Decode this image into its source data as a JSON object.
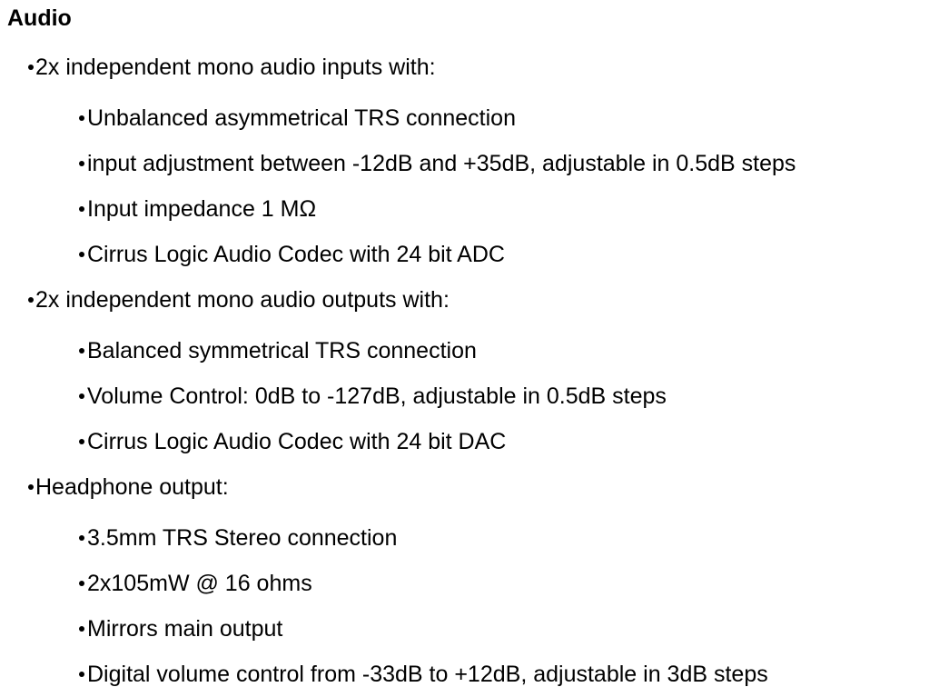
{
  "page": {
    "background_color": "#ffffff",
    "text_color": "#000000"
  },
  "heading": "Audio",
  "list": {
    "items": [
      {
        "label": "2x independent mono audio inputs with:",
        "children": [
          "Unbalanced asymmetrical TRS connection",
          "input adjustment between -12dB and +35dB, adjustable in 0.5dB steps",
          "Input impedance 1 MΩ",
          "Cirrus Logic Audio Codec with 24 bit ADC"
        ]
      },
      {
        "label": "2x independent mono audio outputs with:",
        "children": [
          "Balanced symmetrical TRS connection",
          "Volume Control: 0dB to -127dB, adjustable in 0.5dB steps",
          "Cirrus Logic Audio Codec with 24 bit DAC"
        ]
      },
      {
        "label": "Headphone output:",
        "children": [
          "3.5mm TRS Stereo connection",
          "2x105mW @ 16 ohms",
          "Mirrors main output",
          "Digital volume control from -33dB to +12dB, adjustable in 3dB steps"
        ]
      }
    ]
  }
}
